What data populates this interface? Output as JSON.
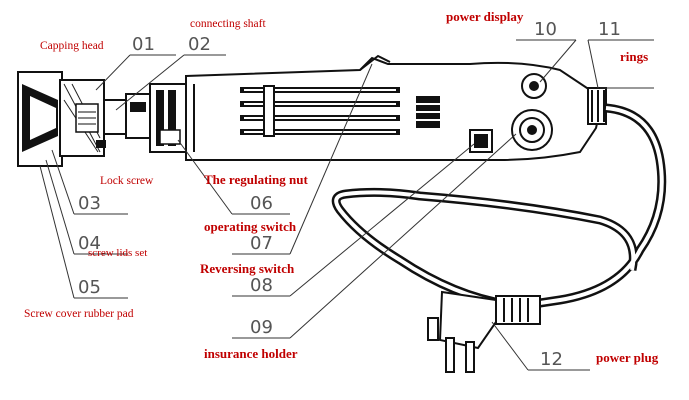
{
  "callouts": [
    {
      "number": "01",
      "label": "Capping head"
    },
    {
      "number": "02",
      "label": "connecting shaft"
    },
    {
      "number": "03",
      "label": "Lock screw"
    },
    {
      "number": "04",
      "label": "screw lids set"
    },
    {
      "number": "05",
      "label": "Screw cover rubber pad"
    },
    {
      "number": "06",
      "label": "The regulating nut"
    },
    {
      "number": "07",
      "label": "operating switch"
    },
    {
      "number": "08",
      "label": "Reversing switch"
    },
    {
      "number": "09",
      "label": "insurance holder"
    },
    {
      "number": "10",
      "label": "power display"
    },
    {
      "number": "11",
      "label": "rings"
    },
    {
      "number": "12",
      "label": "power plug"
    }
  ],
  "colors": {
    "label_text": "#c00000",
    "number_text": "#555555",
    "drawing_stroke": "#111111"
  }
}
